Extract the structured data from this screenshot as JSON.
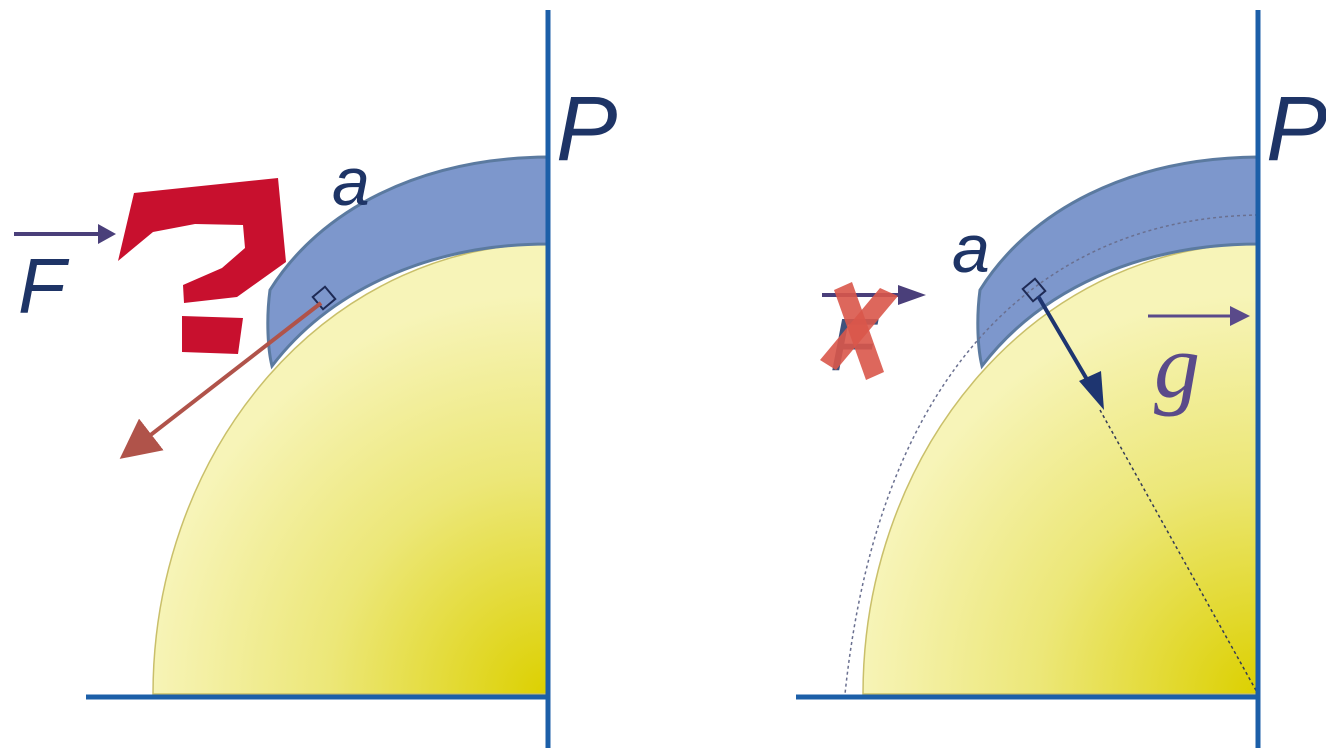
{
  "left_panel": {
    "label_a": "a",
    "label_p": "P",
    "label_f": "F",
    "question_mark": "?"
  },
  "right_panel": {
    "label_a": "a",
    "label_p": "P",
    "label_f": "F",
    "label_g": "g",
    "cross_mark": "X"
  },
  "colors": {
    "axis": "#1c5fa8",
    "crust": "#7d97cc",
    "crust_edge": "#5b7aa0",
    "core_light": "#f7f4b8",
    "core_dark": "#dcd000",
    "question": "#c8102e",
    "force_arrow_wrong": "#b0534a",
    "gravity_arrow": "#1e3570",
    "label_arrow": "#4a3f7a",
    "cross": "#d9574a"
  }
}
